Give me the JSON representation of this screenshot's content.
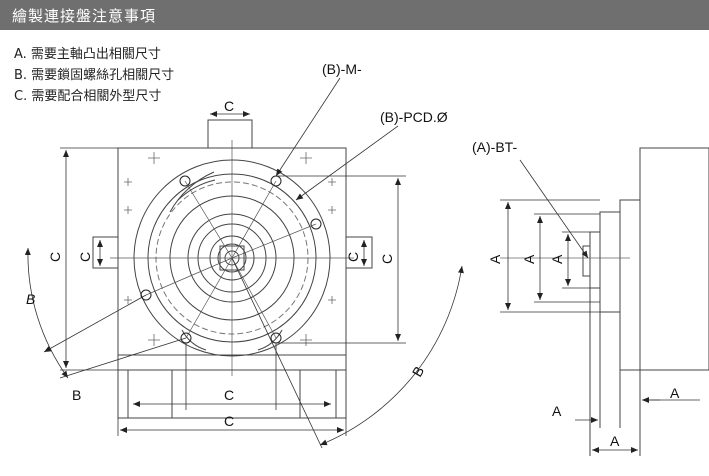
{
  "header": {
    "title": "繪製連接盤注意事項"
  },
  "notes": [
    "A. 需要主軸凸出相關尺寸",
    "B. 需要鎖固螺絲孔相關尺寸",
    "C. 需要配合相關外型尺寸"
  ],
  "labels": {
    "bm": "(B)-M-",
    "bpcd": "(B)-PCD.Ø",
    "abt": "(A)-BT-",
    "c": "C",
    "b": "B",
    "a": "A"
  }
}
